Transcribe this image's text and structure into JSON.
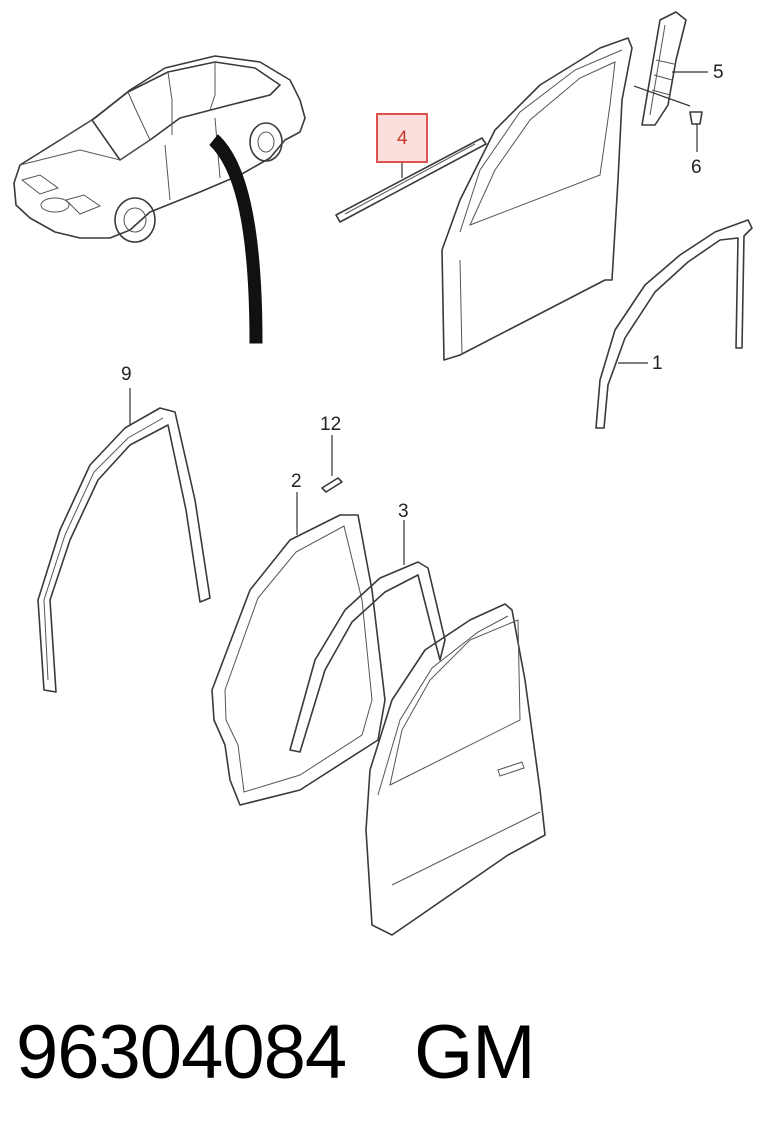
{
  "callouts": {
    "c1": "1",
    "c2": "2",
    "c3": "3",
    "c4": "4",
    "c5": "5",
    "c6": "6",
    "c9": "9",
    "c12": "12"
  },
  "highlighted_callout": "4",
  "highlight_color": "#e0524f",
  "footer": {
    "part_number": "96304084",
    "brand": "GM"
  }
}
